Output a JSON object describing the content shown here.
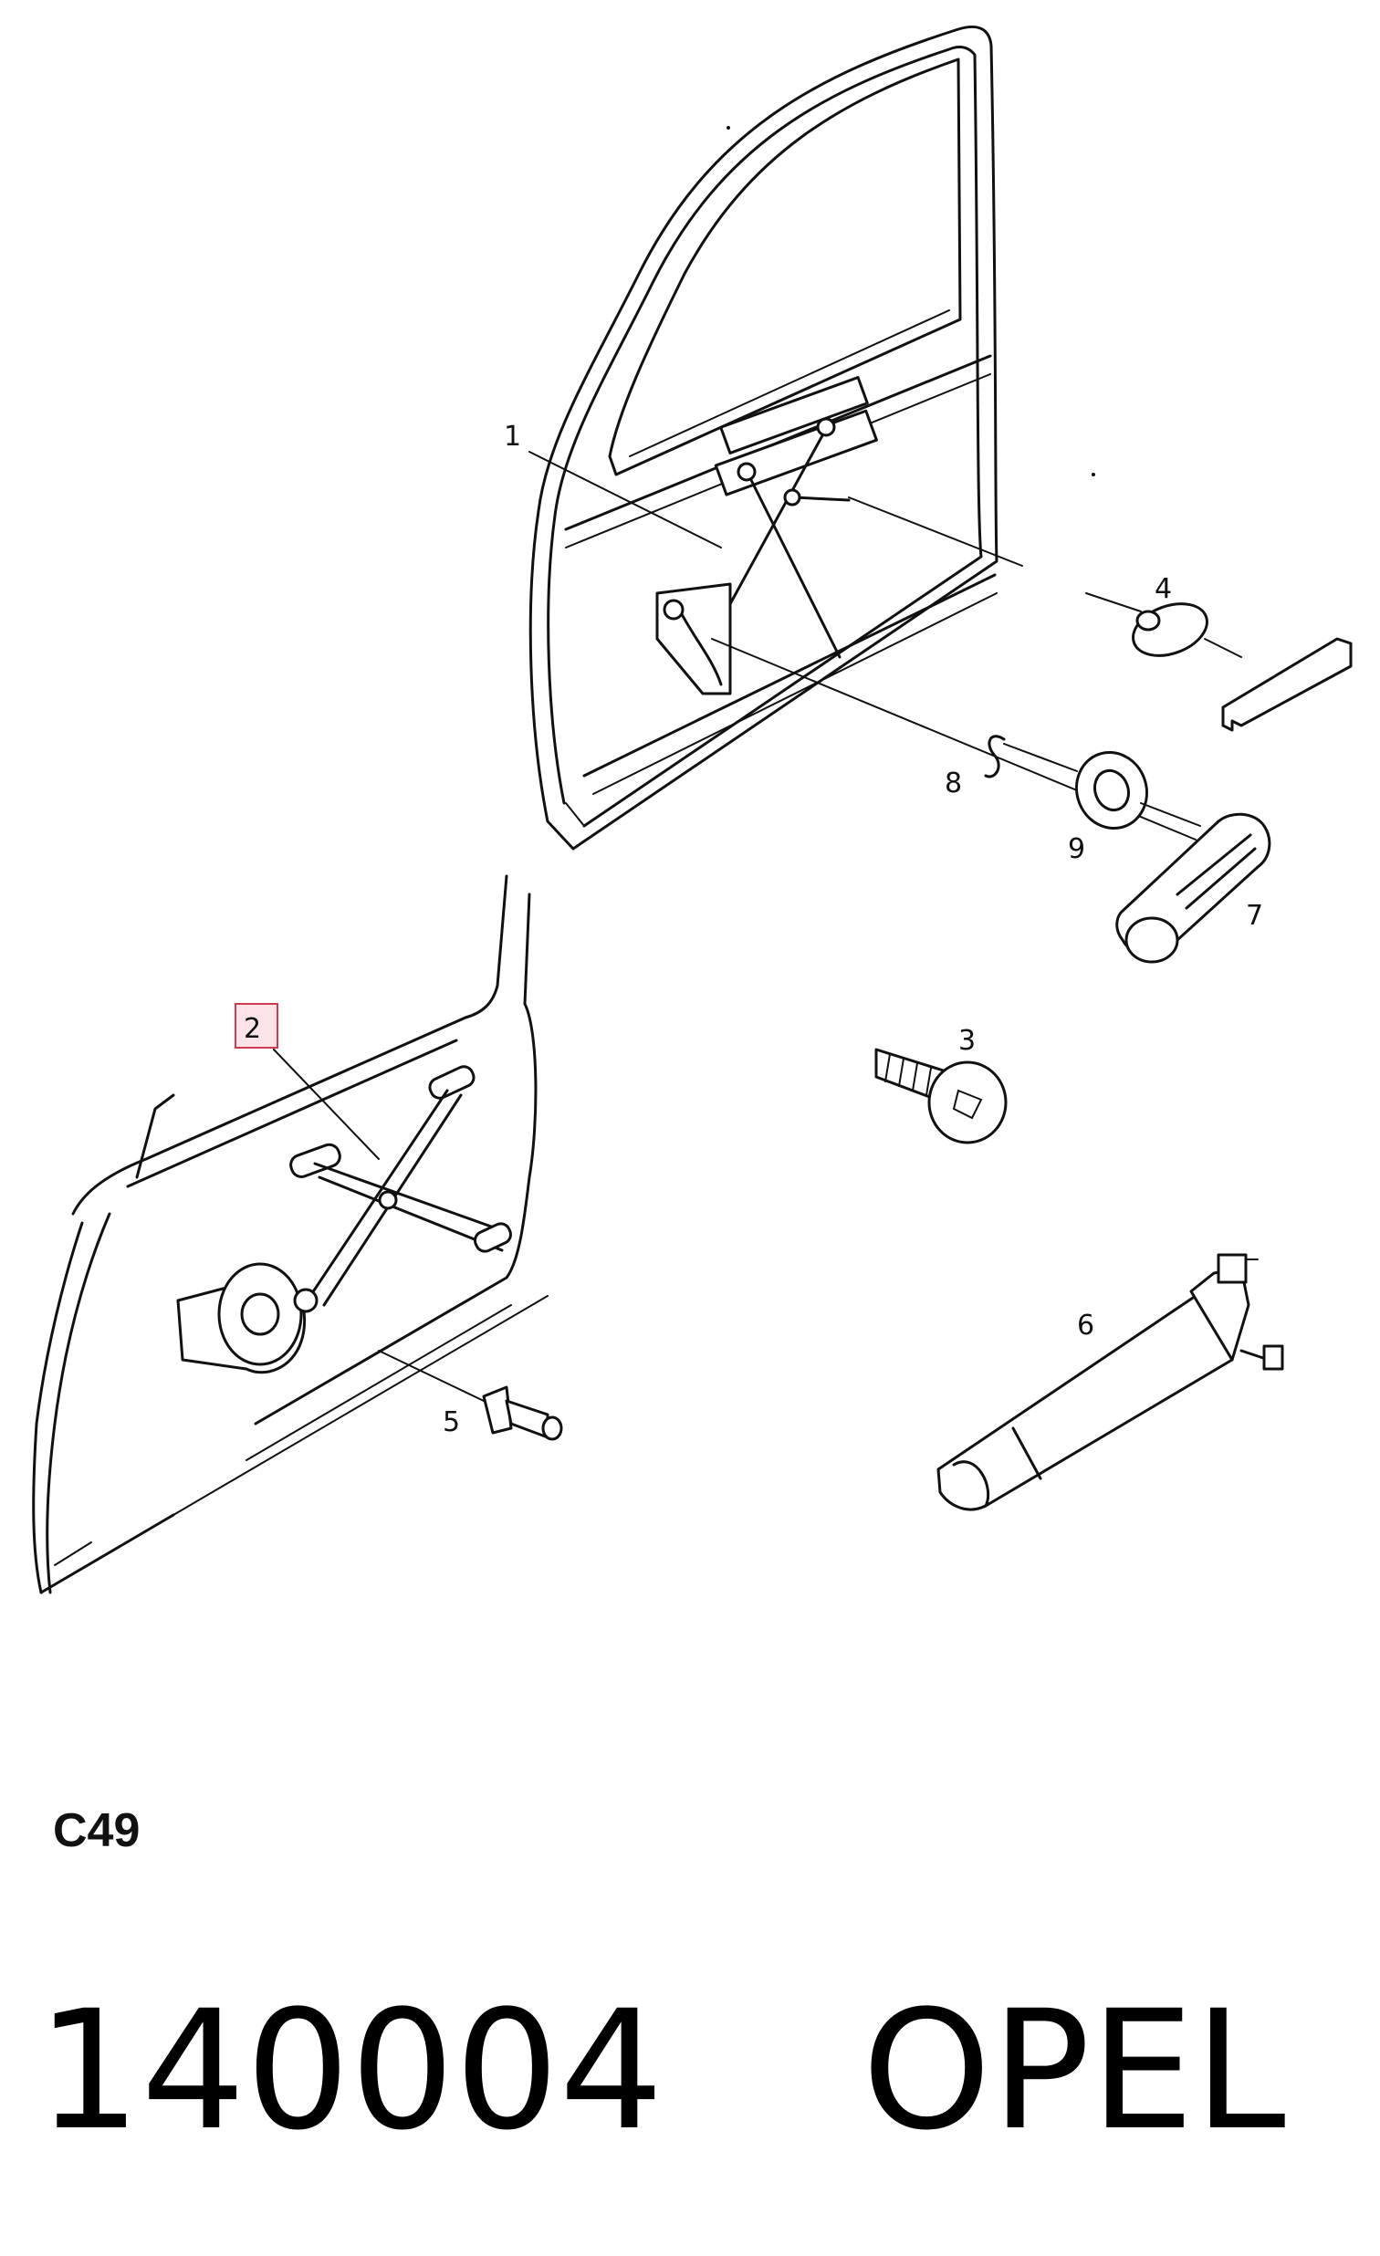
{
  "diagram": {
    "callouts": [
      "1",
      "2",
      "3",
      "4",
      "5",
      "6",
      "7",
      "8",
      "9"
    ],
    "highlighted_callout": "2",
    "highlight_color": "#d23a52",
    "highlight_fill": "#fbe3e8"
  },
  "sheet_code": "C49",
  "footer": {
    "part_number": "140004",
    "brand": "OPEL"
  }
}
